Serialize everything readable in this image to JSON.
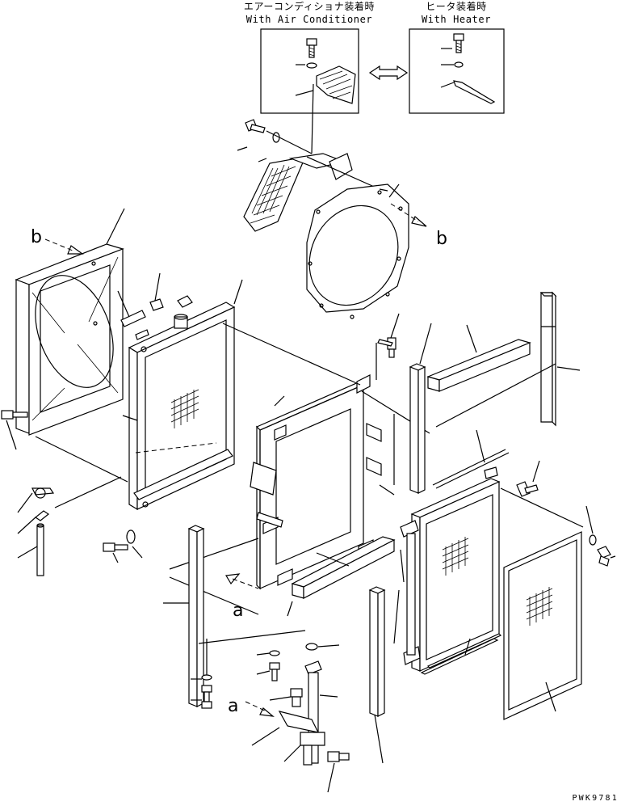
{
  "insets": {
    "air_conditioner": {
      "label_jp": "エアーコンディショナ装着時",
      "label_en": "With Air Conditioner"
    },
    "heater": {
      "label_jp": "ヒータ装着時",
      "label_en": "With Heater"
    }
  },
  "view_markers": {
    "b": "b",
    "a": "a"
  },
  "drawing_code": "PWK9781"
}
